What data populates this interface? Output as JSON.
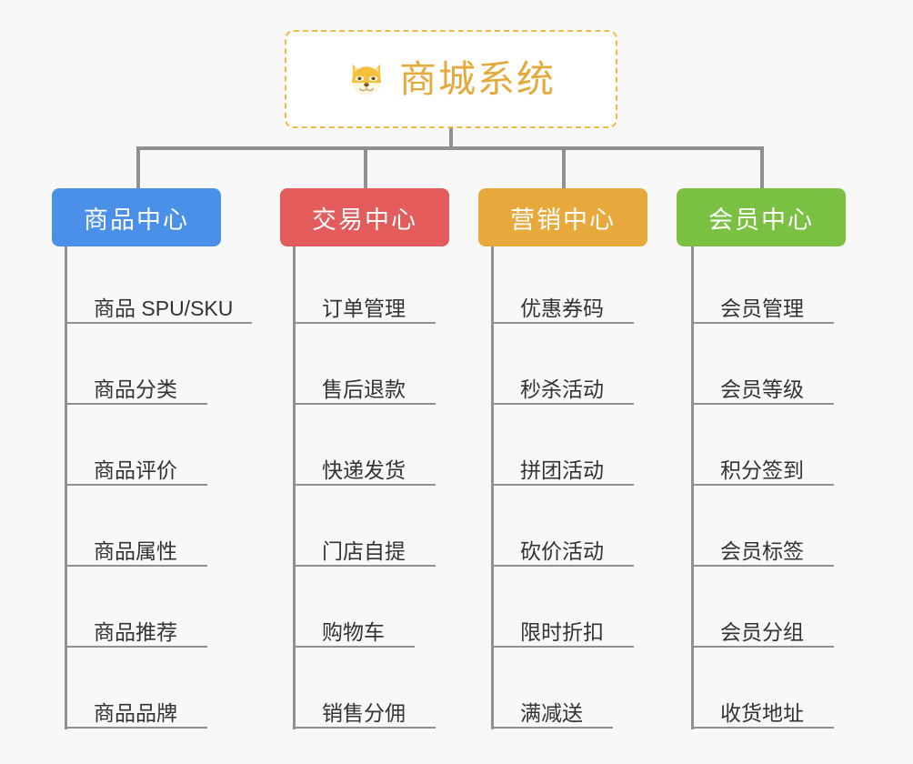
{
  "diagram": {
    "background_color": "#f8f8f8",
    "line_color": "#909090",
    "root": {
      "title": "商城系统",
      "icon": "shiba-dog-icon",
      "text_color": "#e3a939",
      "border_color": "#f0b849",
      "fill_color": "#ffffff"
    },
    "branches": [
      {
        "label": "商品中心",
        "color": "#4a90e8",
        "items": [
          "商品 SPU/SKU",
          "商品分类",
          "商品评价",
          "商品属性",
          "商品推荐",
          "商品品牌"
        ]
      },
      {
        "label": "交易中心",
        "color": "#e35b5b",
        "items": [
          "订单管理",
          "售后退款",
          "快递发货",
          "门店自提",
          "购物车",
          "销售分佣"
        ]
      },
      {
        "label": "营销中心",
        "color": "#e8a93c",
        "items": [
          "优惠券码",
          "秒杀活动",
          "拼团活动",
          "砍价活动",
          "限时折扣",
          "满减送"
        ]
      },
      {
        "label": "会员中心",
        "color": "#7ac143",
        "items": [
          "会员管理",
          "会员等级",
          "积分签到",
          "会员标签",
          "会员分组",
          "收货地址"
        ]
      }
    ]
  }
}
